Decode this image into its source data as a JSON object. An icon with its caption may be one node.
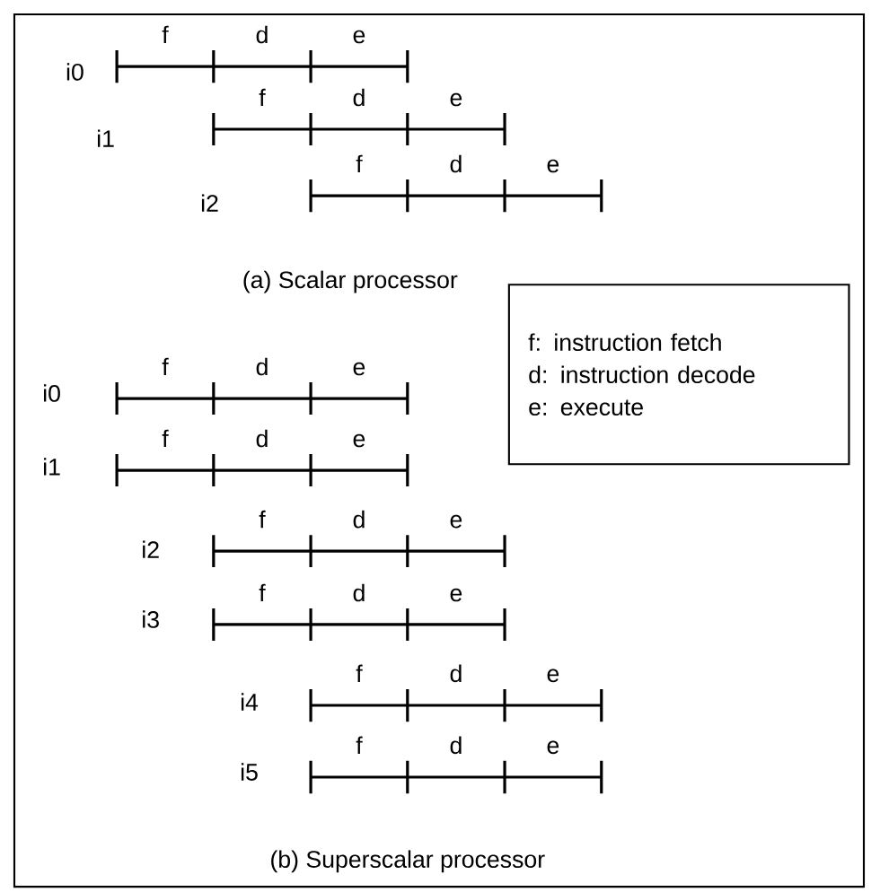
{
  "diagram": {
    "nodes": [
      {
        "text": [
          "f: instruction fetch",
          "d: instruction decode",
          "e: execute"
        ]
      }
    ],
    "labels": [
      "i0",
      "f",
      "d",
      "e",
      "i1",
      "f",
      "d",
      "e",
      "i2",
      "f",
      "d",
      "e",
      "(a) Scalar processor",
      "i0",
      "f",
      "d",
      "e",
      "i1",
      "f",
      "d",
      "e",
      "i2",
      "f",
      "d",
      "e",
      "i3",
      "f",
      "d",
      "e",
      "i4",
      "f",
      "d",
      "e",
      "i5",
      "f",
      "d",
      "e",
      "(b) Superscalar processor"
    ]
  }
}
